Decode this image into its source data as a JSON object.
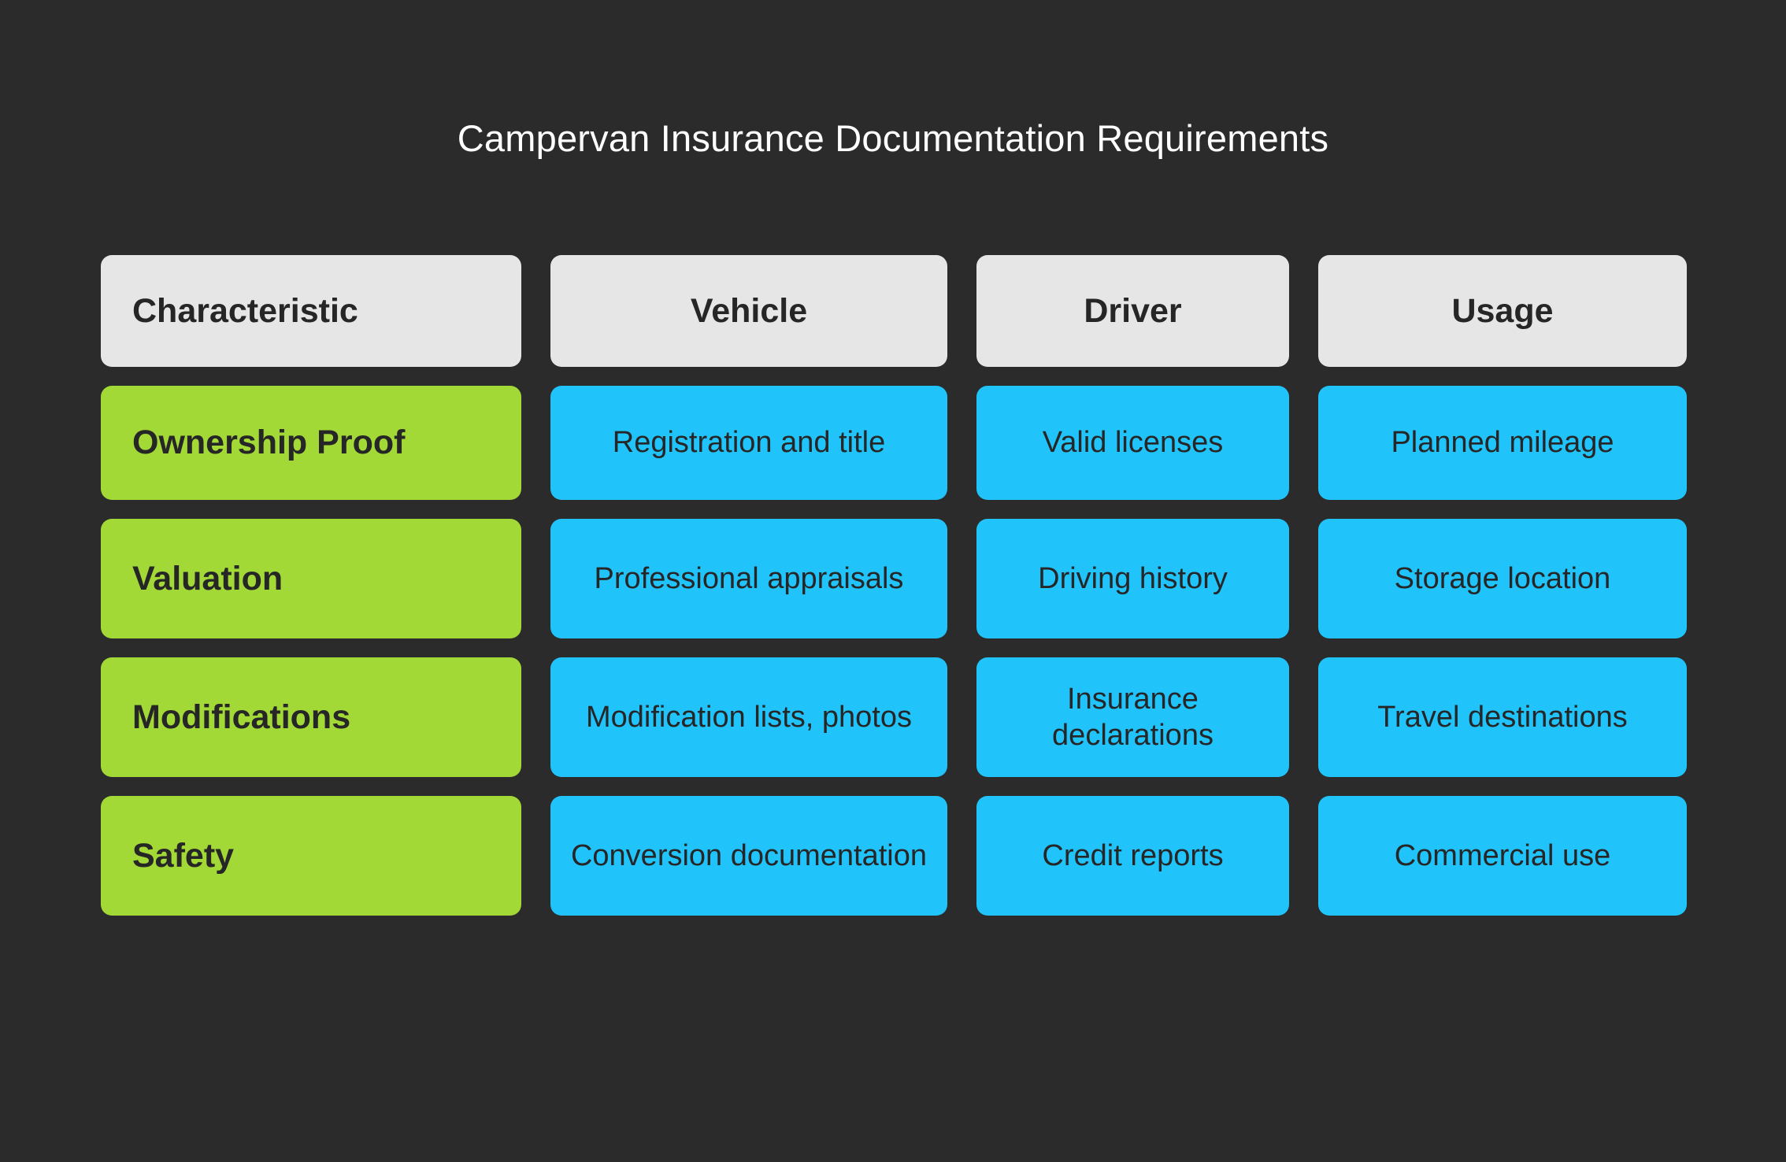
{
  "page": {
    "title": "Campervan Insurance Documentation Requirements",
    "background_color": "#2b2b2b",
    "title_color": "#ffffff"
  },
  "colors": {
    "header_cell": "#e6e6e6",
    "row_header_cell": "#a3d936",
    "data_cell": "#21c3fb",
    "cell_text": "#262626"
  },
  "chart_data": {
    "type": "table",
    "title": "Campervan Insurance Documentation Requirements",
    "columns": [
      "Characteristic",
      "Vehicle",
      "Driver",
      "Usage"
    ],
    "rows": [
      {
        "characteristic": "Ownership Proof",
        "vehicle": "Registration and title",
        "driver": "Valid licenses",
        "usage": "Planned mileage"
      },
      {
        "characteristic": "Valuation",
        "vehicle": "Professional appraisals",
        "driver": "Driving history",
        "usage": "Storage location"
      },
      {
        "characteristic": "Modifications",
        "vehicle": "Modification lists, photos",
        "driver": "Insurance declarations",
        "usage": "Travel destinations"
      },
      {
        "characteristic": "Safety",
        "vehicle": "Conversion documentation",
        "driver": "Credit reports",
        "usage": "Commercial use"
      }
    ]
  },
  "table": {
    "headers": {
      "c0": "Characteristic",
      "c1": "Vehicle",
      "c2": "Driver",
      "c3": "Usage"
    },
    "r0": {
      "c0": "Ownership Proof",
      "c1": "Registration and title",
      "c2": "Valid licenses",
      "c3": "Planned mileage"
    },
    "r1": {
      "c0": "Valuation",
      "c1": "Professional appraisals",
      "c2": "Driving history",
      "c3": "Storage location"
    },
    "r2": {
      "c0": "Modifications",
      "c1": "Modification lists, photos",
      "c2": "Insurance declarations",
      "c3": "Travel destinations"
    },
    "r3": {
      "c0": "Safety",
      "c1": "Conversion documentation",
      "c2": "Credit reports",
      "c3": "Commercial use"
    }
  }
}
